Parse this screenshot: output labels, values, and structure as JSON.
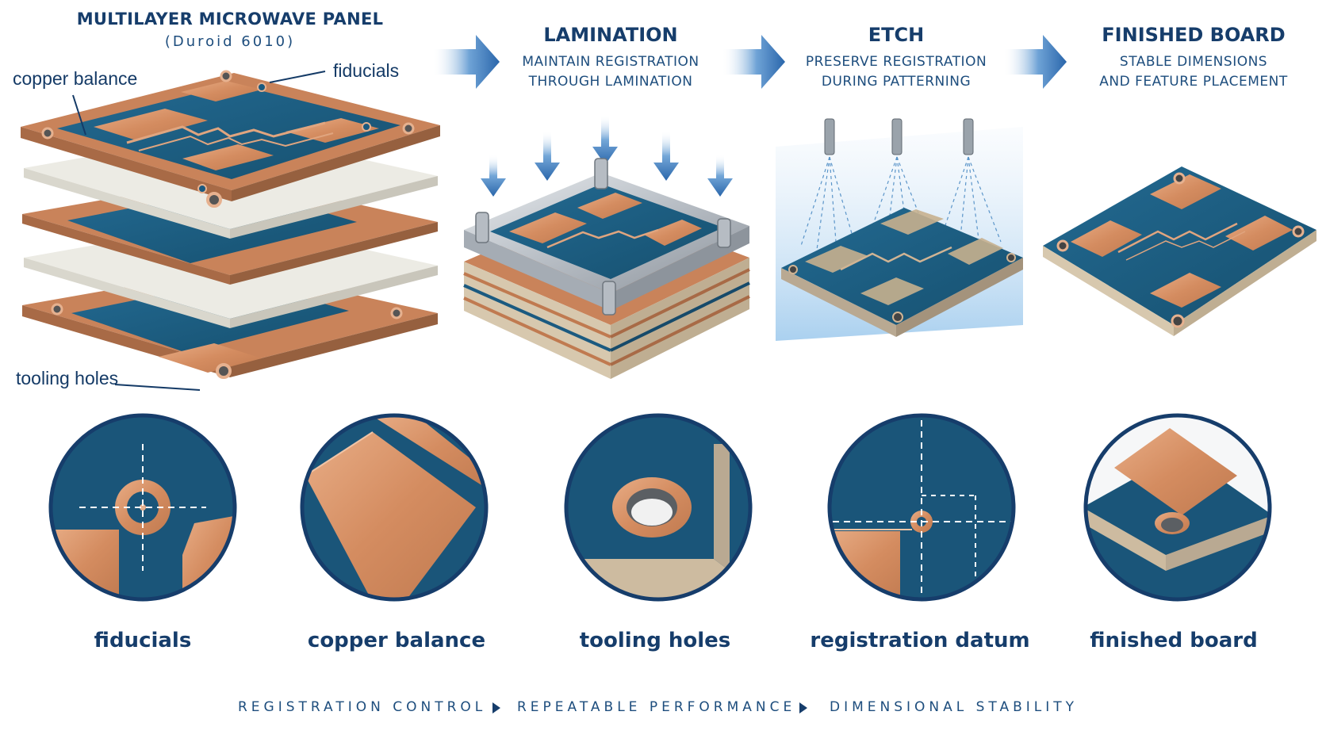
{
  "panel": {
    "title": "MULTILAYER MICROWAVE PANEL",
    "material": "(Duroid 6010)",
    "callouts": {
      "copper_balance": "copper balance",
      "fiducials": "fiducials",
      "tooling_holes": "tooling holes"
    }
  },
  "steps": [
    {
      "title": "LAMINATION",
      "line1": "MAINTAIN REGISTRATION",
      "line2": "THROUGH LAMINATION"
    },
    {
      "title": "ETCH",
      "line1": "PRESERVE REGISTRATION",
      "line2": "DURING PATTERNING"
    },
    {
      "title": "FINISHED BOARD",
      "line1": "STABLE DIMENSIONS",
      "line2": "AND FEATURE PLACEMENT"
    }
  ],
  "details": [
    {
      "label": "fiducials"
    },
    {
      "label": "copper balance"
    },
    {
      "label": "tooling holes"
    },
    {
      "label": "registration datum"
    },
    {
      "label": "finished board"
    }
  ],
  "footer": {
    "items": [
      "REGISTRATION CONTROL",
      "REPEATABLE PERFORMANCE",
      "DIMENSIONAL STABILITY"
    ]
  },
  "colors": {
    "navy_text": "#163d6b",
    "board_blue": "#1b5a80",
    "copper": "#d9956c",
    "arrow_blue": "#2f6fb3",
    "dielectric": "#ecebe4"
  }
}
